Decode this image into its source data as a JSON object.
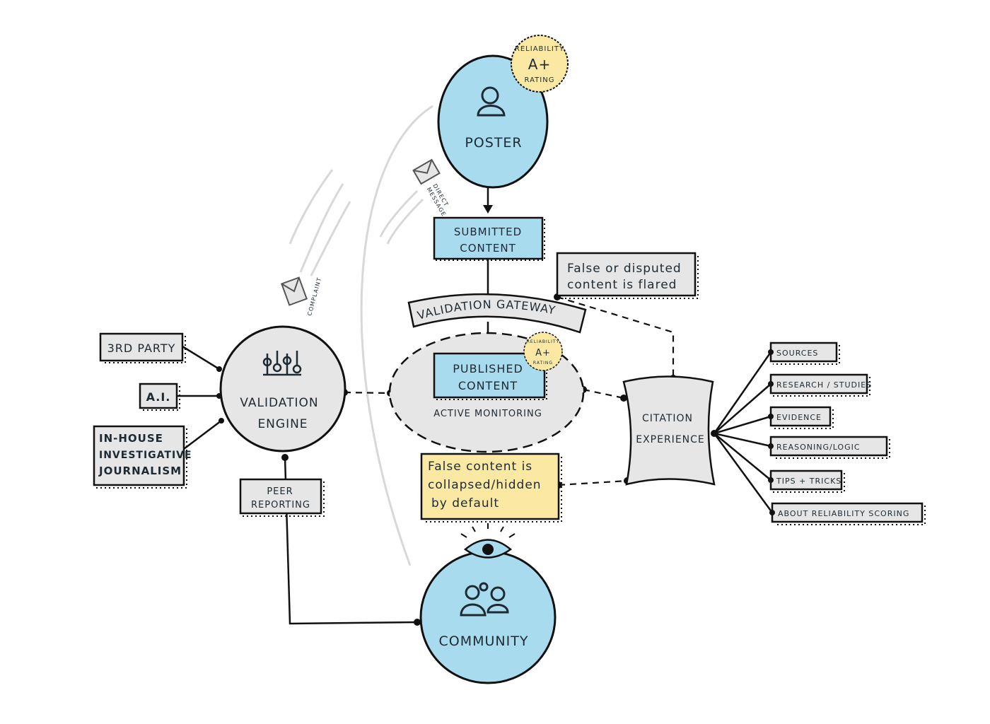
{
  "nodes": {
    "poster": {
      "label": "POSTER"
    },
    "poster_badge": {
      "line1": "RELIABILITY",
      "grade": "A+",
      "line2": "RATING"
    },
    "submitted": {
      "line1": "SUBMITTED",
      "line2": "CONTENT"
    },
    "flagged": {
      "line1": "False or disputed",
      "line2": "content is flared"
    },
    "gateway": {
      "label": "VALIDATION GATEWAY"
    },
    "published": {
      "line1": "PUBLISHED",
      "line2": "CONTENT"
    },
    "published_badge": {
      "line1": "RELIABILITY",
      "grade": "A+",
      "line2": "RATING"
    },
    "monitoring": {
      "label": "ACTIVE MONITORING"
    },
    "engine": {
      "line1": "VALIDATION",
      "line2": "ENGINE"
    },
    "third_party": {
      "label": "3RD PARTY"
    },
    "ai": {
      "label": "A.I."
    },
    "inhouse": {
      "line1": "IN-HOUSE",
      "line2": "INVESTIGATIVE",
      "line3": "JOURNALISM"
    },
    "peer": {
      "line1": "PEER",
      "line2": "REPORTING"
    },
    "citation": {
      "line1": "CITATION",
      "line2": "EXPERIENCE"
    },
    "collapsed": {
      "line1": "False content is",
      "line2": "collapsed/hidden",
      "line3": "by default"
    },
    "community": {
      "label": "COMMUNITY"
    },
    "direct_message": {
      "line1": "DIRECT",
      "line2": "MESSAGE"
    },
    "complaint": {
      "label": "COMPLAINT"
    }
  },
  "citation_items": [
    "SOURCES",
    "RESEARCH / STUDIES",
    "EVIDENCE",
    "REASONING/LOGIC",
    "TIPS + TRICKS",
    "ABOUT RELIABILITY SCORING"
  ],
  "colors": {
    "blue": "#a9dbef",
    "gray": "#e6e6e6",
    "yellow": "#fbe9a3",
    "ink": "#111111"
  }
}
